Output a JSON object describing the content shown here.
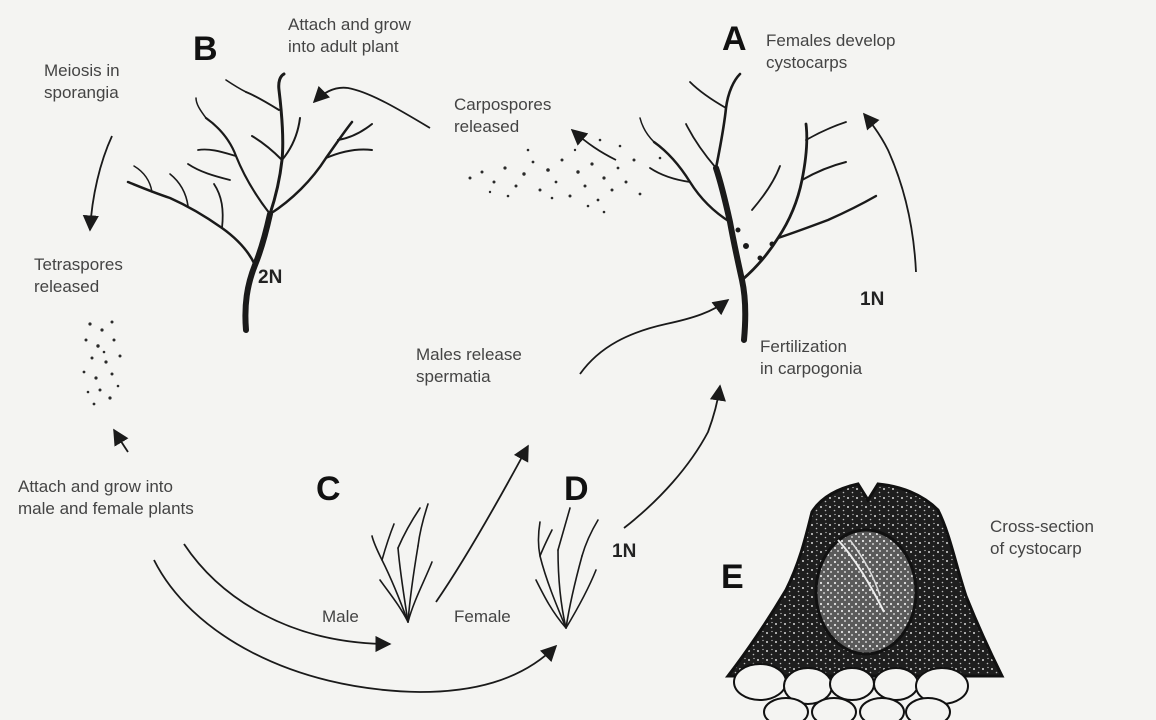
{
  "stages": {
    "a": {
      "letter": "A",
      "caption": "Females develop\ncystocarps"
    },
    "b": {
      "letter": "B"
    },
    "c": {
      "letter": "C"
    },
    "d": {
      "letter": "D"
    },
    "e": {
      "letter": "E",
      "caption": "Cross-section\nof cystocarp"
    }
  },
  "labels": {
    "meiosis": "Meiosis in\nsporangia",
    "attach_adult": "Attach and grow\ninto adult plant",
    "carpospores": "Carpospores\nreleased",
    "tetraspores": "Tetraspores\nreleased",
    "males_release": "Males release\nspermatia",
    "fertilization": "Fertilization\nin carpogonia",
    "attach_male_female": "Attach and grow into\nmale and female plants",
    "male": "Male",
    "female": "Female"
  },
  "ploidy": {
    "sporophyte": "2N",
    "female_gametophyte": "1N",
    "gametophytes": "1N"
  },
  "colors": {
    "background": "#f4f4f2",
    "ink": "#1a1a1a",
    "text": "#444444"
  }
}
